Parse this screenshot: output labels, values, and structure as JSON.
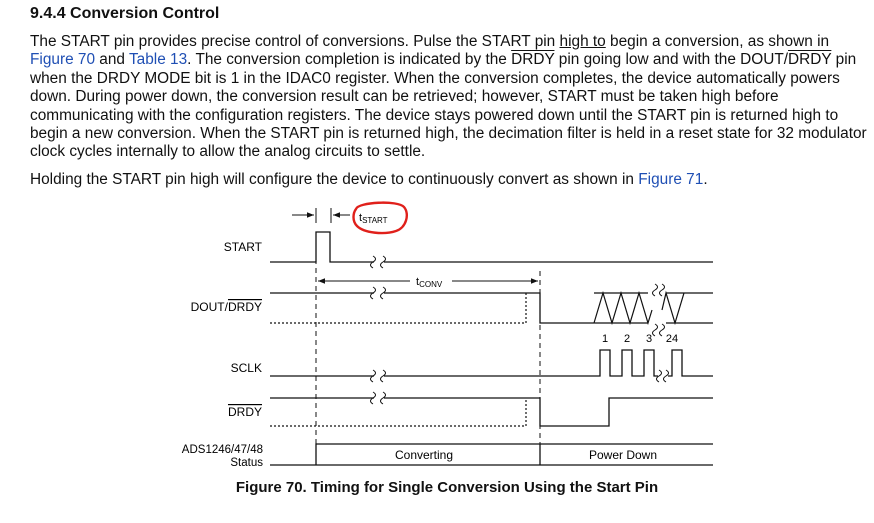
{
  "section": {
    "heading": "9.4.4   Conversion Control"
  },
  "paragraph1": {
    "t1": "The START pin provides precise control of conversions. Pulse the START pin ",
    "t2": "high to",
    "t3": " begin a conversion, as shown in ",
    "link_fig70": "Figure 70",
    "t4": " and ",
    "link_table13": "Table 13",
    "t5": ". The conversion completion is indicated by the ",
    "drdy": "DRDY",
    "t6": " pin going low and with the DOUT/",
    "t7": " pin when the DRDY MODE bit is 1 in the IDAC0 register. When the conversion completes, the device automatically powers down. During power down, the conversion result can be retrieved; however, START must be taken high before communicating with the configuration registers. The device stays powered down until the START pin is returned high to begin a new conversion. When the START pin is returned high, the decimation filter is held in a reset state for 32 modulator clock cycles internally to allow the analog circuits to settle."
  },
  "paragraph2": {
    "t1": "Holding the START pin high will configure the device to continuously convert as shown in ",
    "link_fig71": "Figure 71",
    "t2": "."
  },
  "diagram": {
    "signals": {
      "start": "START",
      "dout": "DOUT/",
      "drdy_bar": "DRDY",
      "sclk": "SCLK",
      "drdy": "DRDY",
      "status_line1": "ADS1246/47/48",
      "status_line2": "Status"
    },
    "timing": {
      "tstart_main": "t",
      "tstart_sub": "START",
      "tconv_main": "t",
      "tconv_sub": "CONV"
    },
    "status_states": {
      "converting": "Converting",
      "power_down": "Power Down"
    },
    "sclk_numbers": [
      "1",
      "2",
      "3",
      "24"
    ],
    "annotation_color": "#e0201b"
  },
  "figure": {
    "caption": "Figure 70.  Timing for Single Conversion Using the Start Pin"
  }
}
